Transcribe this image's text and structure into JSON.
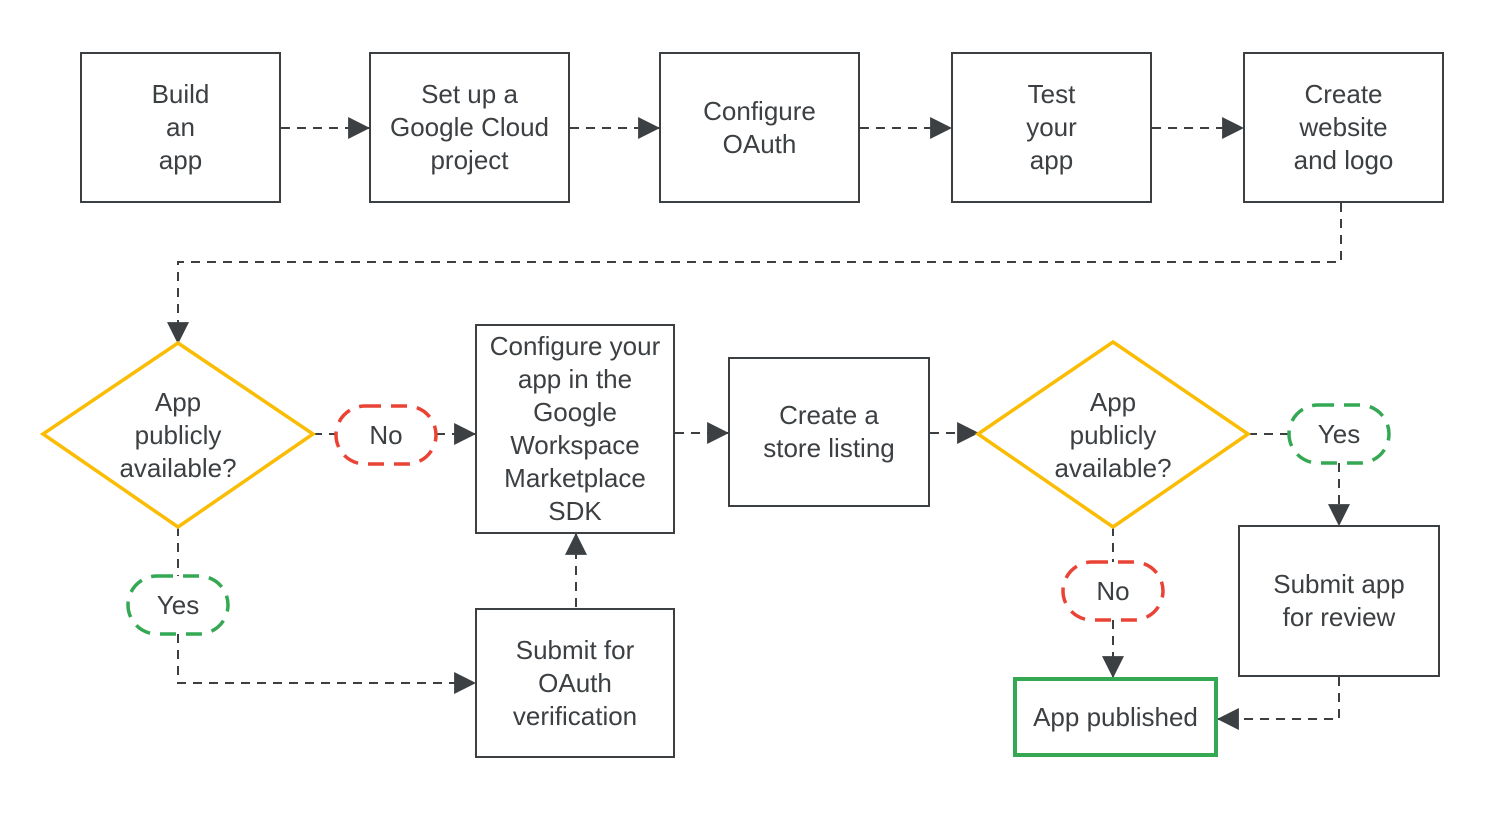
{
  "colors": {
    "ink": "#3C4043",
    "yellow": "#FBBC04",
    "red": "#EA4335",
    "green": "#34A853",
    "background": "#FFFFFF"
  },
  "nodes": {
    "build_app": {
      "label": "Build\nan\napp"
    },
    "setup_project": {
      "label": "Set up a\nGoogle Cloud\nproject"
    },
    "configure_oauth": {
      "label": "Configure\nOAuth"
    },
    "test_app": {
      "label": "Test\nyour\napp"
    },
    "create_website": {
      "label": "Create\nwebsite\nand logo"
    },
    "decision_left": {
      "label": "App\npublicly\navailable?"
    },
    "configure_sdk": {
      "label": "Configure your\napp in the\nGoogle\nWorkspace\nMarketplace\nSDK"
    },
    "store_listing": {
      "label": "Create a\nstore listing"
    },
    "decision_right": {
      "label": "App\npublicly\navailable?"
    },
    "oauth_verification": {
      "label": "Submit for\nOAuth\nverification"
    },
    "submit_review": {
      "label": "Submit app\nfor review"
    },
    "app_published": {
      "label": "App published"
    }
  },
  "branch_labels": {
    "decision_left_no": "No",
    "decision_left_yes": "Yes",
    "decision_right_yes": "Yes",
    "decision_right_no": "No"
  }
}
